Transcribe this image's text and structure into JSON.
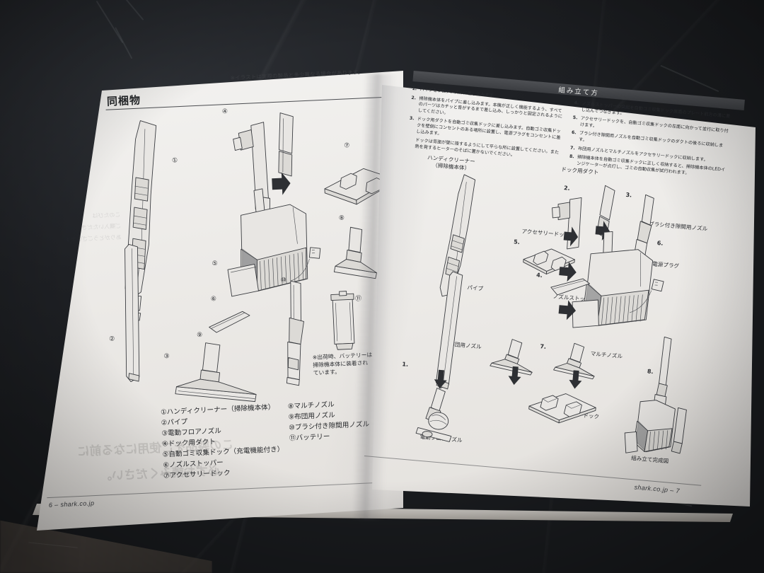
{
  "scene": {
    "surface_color": "#24262a",
    "paper_color": "#efeeec"
  },
  "left_page": {
    "section_title": "同梱物",
    "top_note": "※イラストは実際の製品と多少異なる場合があります。",
    "callout_numbers": [
      "①",
      "②",
      "③",
      "④",
      "⑤",
      "⑥",
      "⑦",
      "⑧",
      "⑨",
      "⑩",
      "⑪"
    ],
    "battery_note": "※出荷時、バッテリーは\n掃除機本体に装着され\nています。",
    "legend_col1": [
      "①ハンディクリーナー（掃除機本体）",
      "②パイプ",
      "③電動フロアノズル",
      "④ドック用ダクト",
      "⑤自動ゴミ収集ドック（充電機能付き）",
      "⑥ノズルストッパー",
      "⑦アクセサリードック"
    ],
    "legend_col2": [
      "⑧マルチノズル",
      "⑨布団用ノズル",
      "⑩ブラシ付き隙間用ノズル",
      "⑪バッテリー"
    ],
    "footer": "6 – shark.co.jp"
  },
  "right_page": {
    "header_title": "組み立て方",
    "steps_col1": [
      {
        "n": "1.",
        "text": "パイプをフロアノズルに差し込みます。"
      },
      {
        "n": "2.",
        "text": "掃除機本体をパイプに差し込みます。本機が正しく機能するよう、すべてのパーツはカチッと音がするまで差し込み、しっかりと固定されるようにしてください。"
      },
      {
        "n": "3.",
        "text": "ドック用ダクトを自動ゴミ収集ドックに差し込みます。自動ゴミ収集ドックを壁側にコンセントのある場所に設置し、電源プラグをコンセントに差し込みます。"
      }
    ],
    "steps_col1_sub": "ドックは背面が壁に接するようにして平らな所に設置してください。また熱を発するヒーターのそばに置かないでください。",
    "steps_col2": [
      {
        "n": "4.",
        "text": "ノズルストッパーの突起を自動ゴミ収集ドック底面のプレート前方の溝に差し込んでつなぎます。"
      },
      {
        "n": "5.",
        "text": "アクセサリードックを、自動ゴミ収集ドックの左面に向かって並行に取り付けます。"
      },
      {
        "n": "6.",
        "text": "ブラシ付き隙間用ノズルを自動ゴミ収集ドックのダクトの後ろに収納します。"
      },
      {
        "n": "7.",
        "text": "布団用ノズルとマルチノズルをアクセサリードックに収納します。"
      },
      {
        "n": "8.",
        "text": "掃除機本体を自動ゴミ収集ドックに正しく収納すると、掃除機本体のLEDインジケーターが点灯し、ゴミの自動収集が試行われます。"
      }
    ],
    "part_labels": [
      "ハンディクリーナー",
      "（掃除機本体）",
      "ドック用ダクト",
      "アクセサリードック",
      "ブラシ付き隙間用ノズル",
      "電源プラグ",
      "ノズルストッパー",
      "パイプ",
      "布団用ノズル",
      "マルチノズル",
      "アクセサリードック",
      "電動フロアノズル",
      "組み立て完成図"
    ],
    "diagram_step_numbers": [
      "1.",
      "2.",
      "3.",
      "4.",
      "5.",
      "6.",
      "7.",
      "8."
    ],
    "footer": "shark.co.jp – 7"
  }
}
